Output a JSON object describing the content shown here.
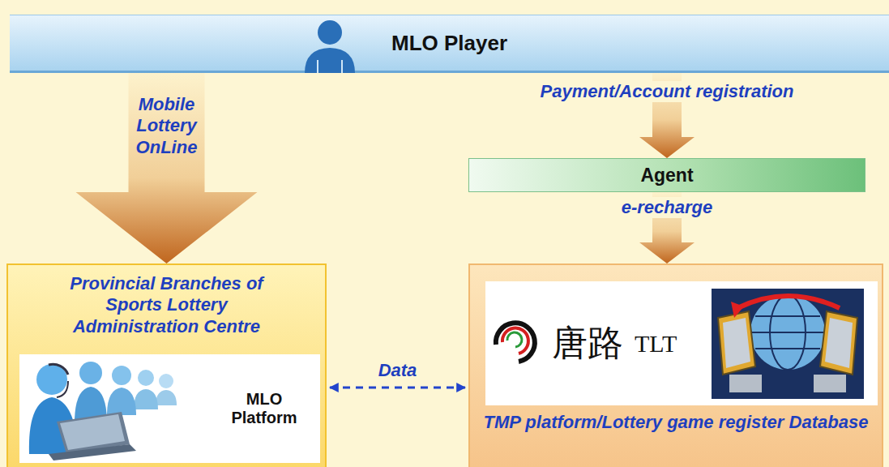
{
  "diagram": {
    "nodes": [
      {
        "text": [
          "MLO Player"
        ]
      },
      {
        "text": [
          "Agent"
        ]
      },
      {
        "text": [
          "Provincial Branches of Sports Lottery Administration Centre"
        ]
      },
      {
        "text": [
          "MLO Platform"
        ],
        "in": 2
      },
      {
        "text": [
          "TMP platform/Lottery game register Database"
        ]
      },
      {
        "text": [
          "唐路",
          "TLT"
        ],
        "in": 4
      }
    ],
    "edges": [
      {
        "from": 0,
        "to": 2,
        "label": "Mobile Lottery OnLine",
        "arrow": "to"
      },
      {
        "from": 0,
        "to": 1,
        "label": "Payment/Account registration",
        "arrow": "to"
      },
      {
        "from": 1,
        "to": 4,
        "label": "e-recharge",
        "arrow": "to"
      },
      {
        "from": 2,
        "to": 4,
        "label": "Data",
        "arrow": "both"
      }
    ]
  }
}
